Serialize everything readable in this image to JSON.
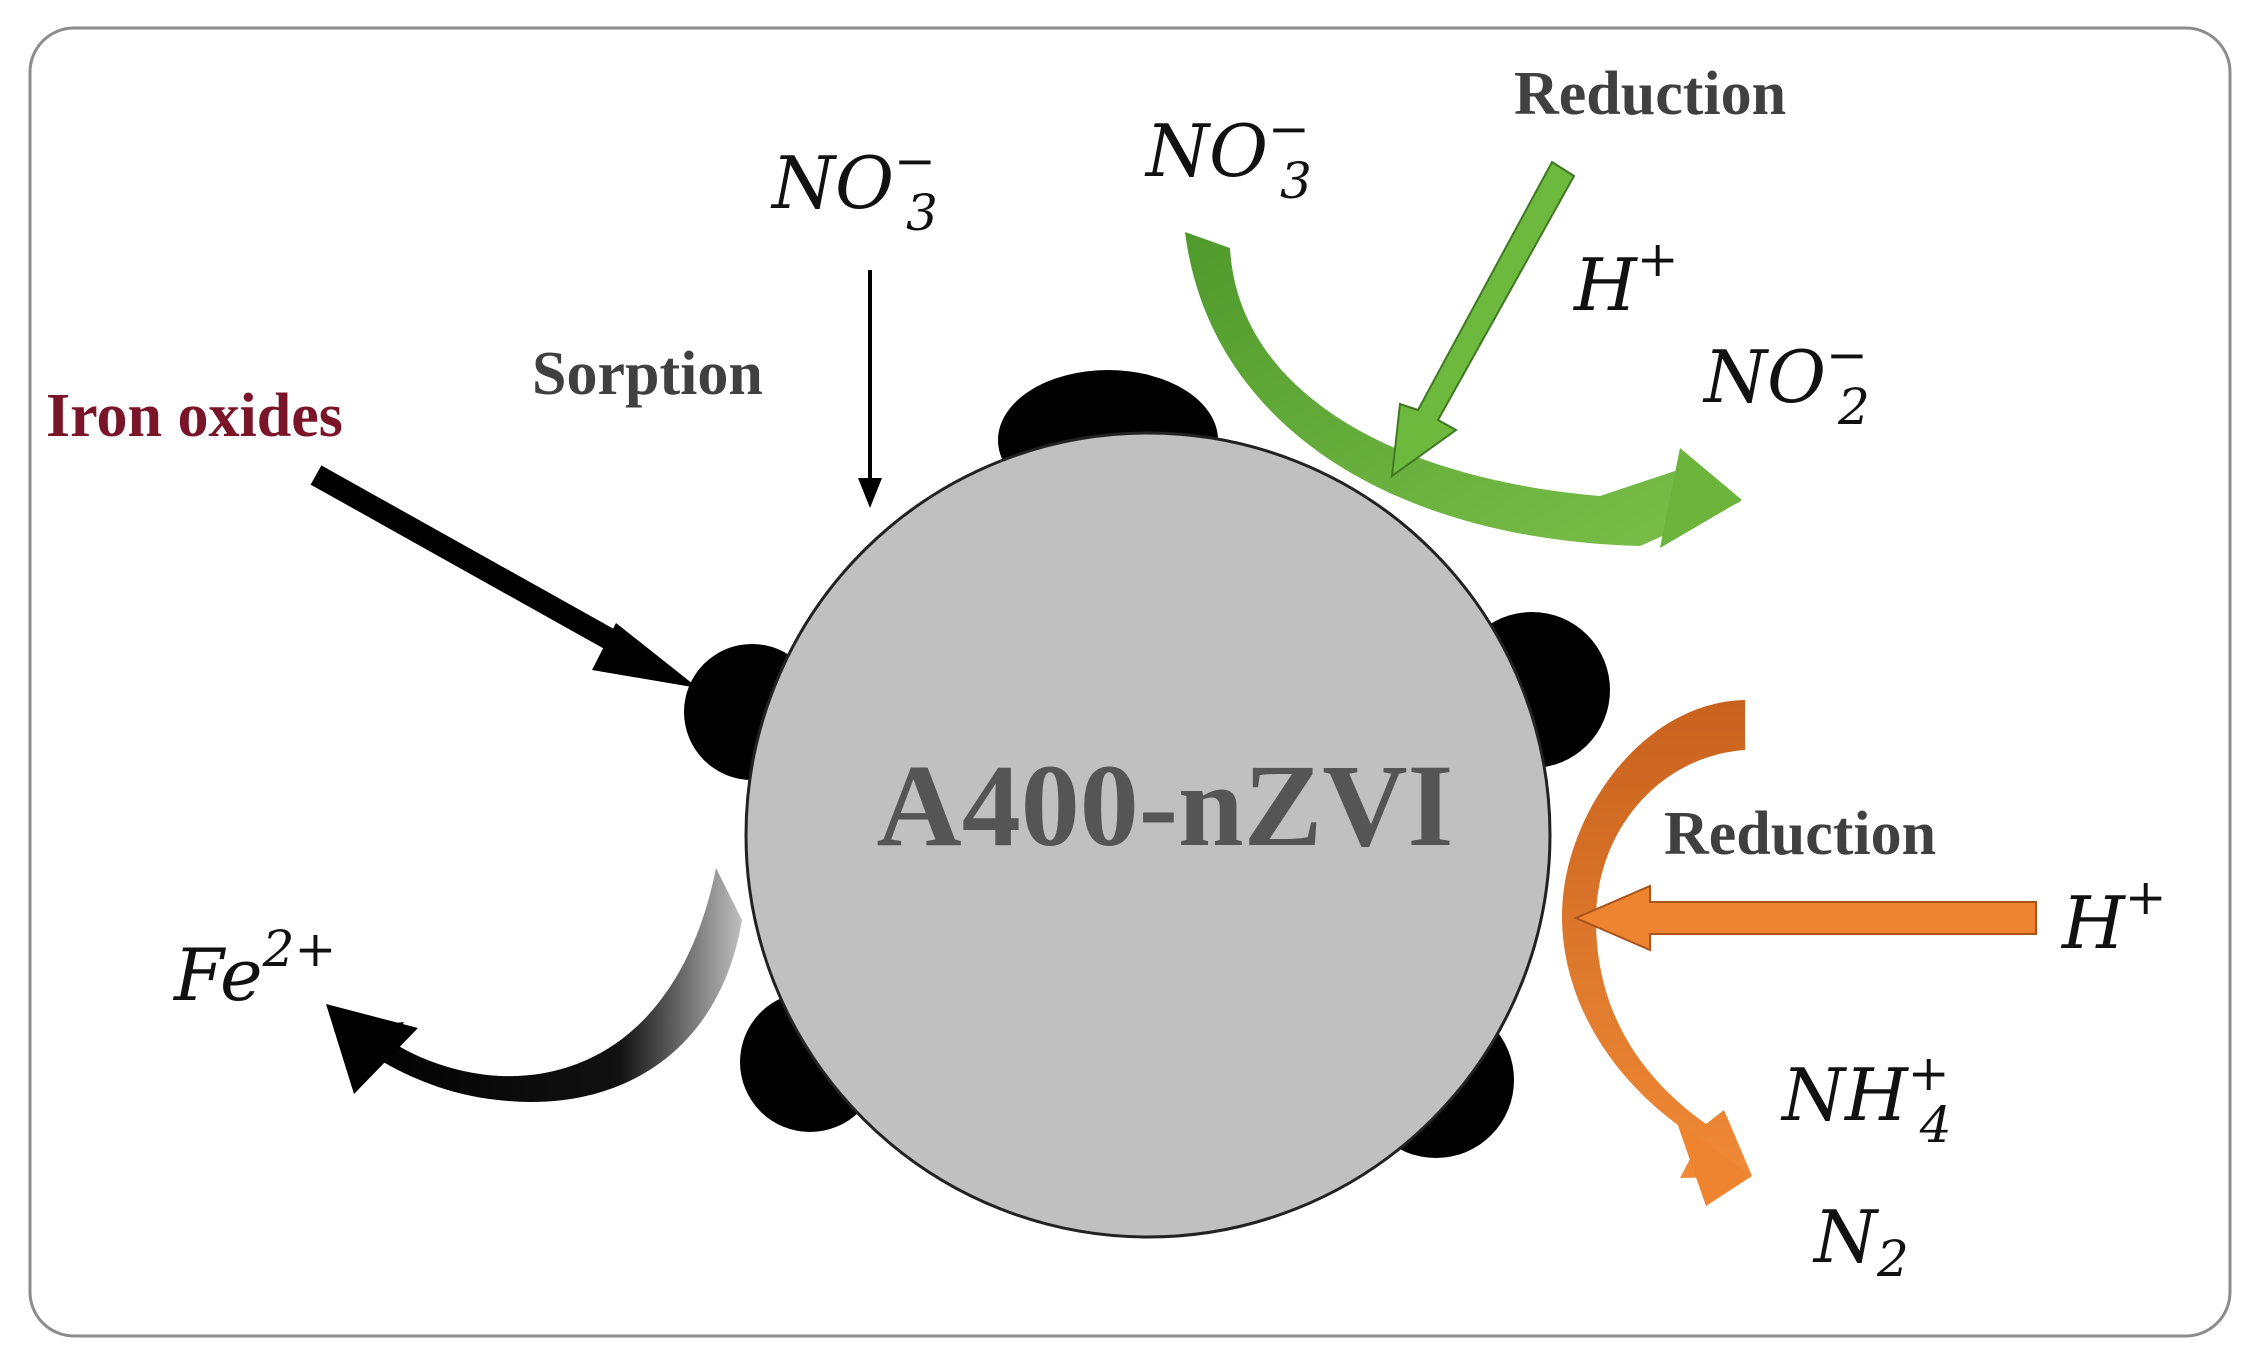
{
  "center_label": "A400-nZVI",
  "processes": {
    "sorption": "Sorption",
    "iron_oxides": "Iron oxides",
    "reduction_top": "Reduction",
    "reduction_right": "Reduction"
  },
  "species": {
    "no3_top_base": "NO",
    "no3_top_sub": "3",
    "no3_top_sup": "−",
    "no3_green_base": "NO",
    "no3_green_sub": "3",
    "no3_green_sup": "−",
    "h_green_base": "H",
    "h_green_sup": "+",
    "no2_base": "NO",
    "no2_sub": "2",
    "no2_sup": "−",
    "h_orange_base": "H",
    "h_orange_sup": "+",
    "nh4_base": "NH",
    "nh4_sub": "4",
    "nh4_sup": "+",
    "n2_base": "N",
    "n2_sub": "2",
    "fe_base": "Fe",
    "fe_sup": "2+"
  },
  "colors": {
    "particle": "#c0c0c0",
    "oxide": "#000000",
    "green_arrow": "#5aa732",
    "orange_arrow": "#e8782a",
    "black_arrow": "#000000",
    "frame": "#8c8c8c"
  }
}
